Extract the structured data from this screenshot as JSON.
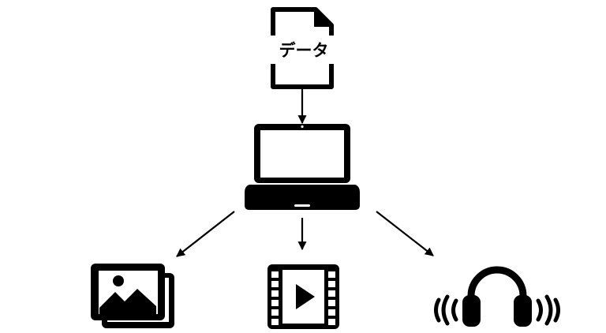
{
  "document": {
    "label": "データ"
  },
  "nodes": [
    {
      "id": "data-file",
      "icon": "document-icon"
    },
    {
      "id": "laptop",
      "icon": "laptop-icon"
    },
    {
      "id": "images",
      "icon": "image-stack-icon"
    },
    {
      "id": "video",
      "icon": "film-play-icon"
    },
    {
      "id": "audio",
      "icon": "headphones-sound-icon"
    }
  ],
  "edges": [
    {
      "from": "data-file",
      "to": "laptop"
    },
    {
      "from": "laptop",
      "to": "images"
    },
    {
      "from": "laptop",
      "to": "video"
    },
    {
      "from": "laptop",
      "to": "audio"
    }
  ],
  "colors": {
    "ink": "#000000",
    "background": "#ffffff"
  }
}
